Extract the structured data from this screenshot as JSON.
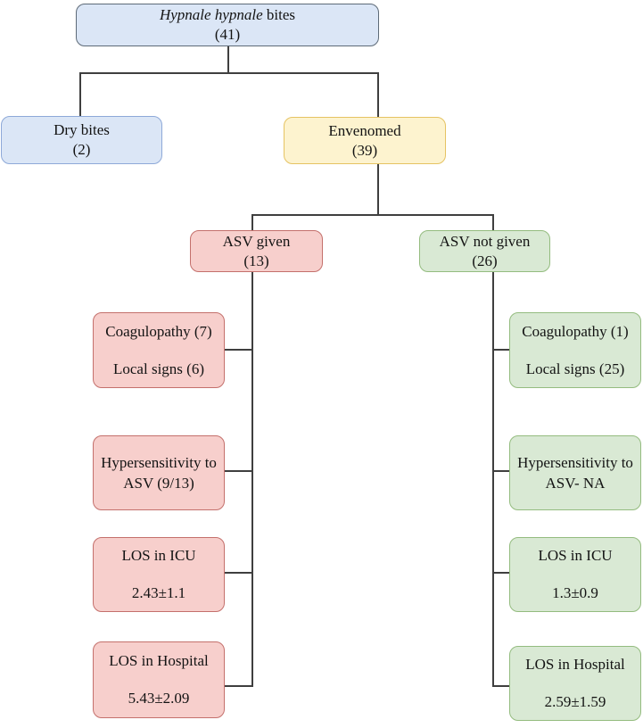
{
  "figure": {
    "root_box": {
      "species": "Hypnale hypnale",
      "suffix": " bites",
      "count": "(41)"
    },
    "dry_bites_box": {
      "label": "Dry bites",
      "count": "(2)"
    },
    "envenomed_box": {
      "label": "Envenomed",
      "count": "(39)"
    },
    "asv_given_box": {
      "label": "ASV given",
      "count": "(13)"
    },
    "asv_not_given_box": {
      "label": "ASV not given",
      "count": "(26)"
    },
    "asv_given_outcomes": [
      {
        "line1": "Coagulopathy (7)",
        "line2": "Local signs (6)"
      },
      {
        "line1": "Hypersensitivity to",
        "line2": "ASV (9/13)"
      },
      {
        "line1": "LOS in ICU",
        "line2": "2.43±1.1"
      },
      {
        "line1": "LOS in Hospital",
        "line2": "5.43±2.09"
      }
    ],
    "asv_not_given_outcomes": [
      {
        "line1": "Coagulopathy (1)",
        "line2": "Local signs (25)"
      },
      {
        "line1": "Hypersensitivity to",
        "line2": "ASV- NA"
      },
      {
        "line1": "LOS in ICU",
        "line2": "1.3±0.9"
      },
      {
        "line1": "LOS in Hospital",
        "line2": "2.59±1.59"
      }
    ]
  },
  "colors": {
    "blue_fill": "#dbe6f6",
    "blue_border": "#8ea9d8",
    "root_border": "#5d6a77",
    "yellow_fill": "#fdf3cf",
    "yellow_border": "#e5c363",
    "red_fill": "#f7cfcc",
    "red_border": "#c4706c",
    "green_fill": "#d9e9d4",
    "green_border": "#94bc7f",
    "line": "#3f3f3f"
  }
}
